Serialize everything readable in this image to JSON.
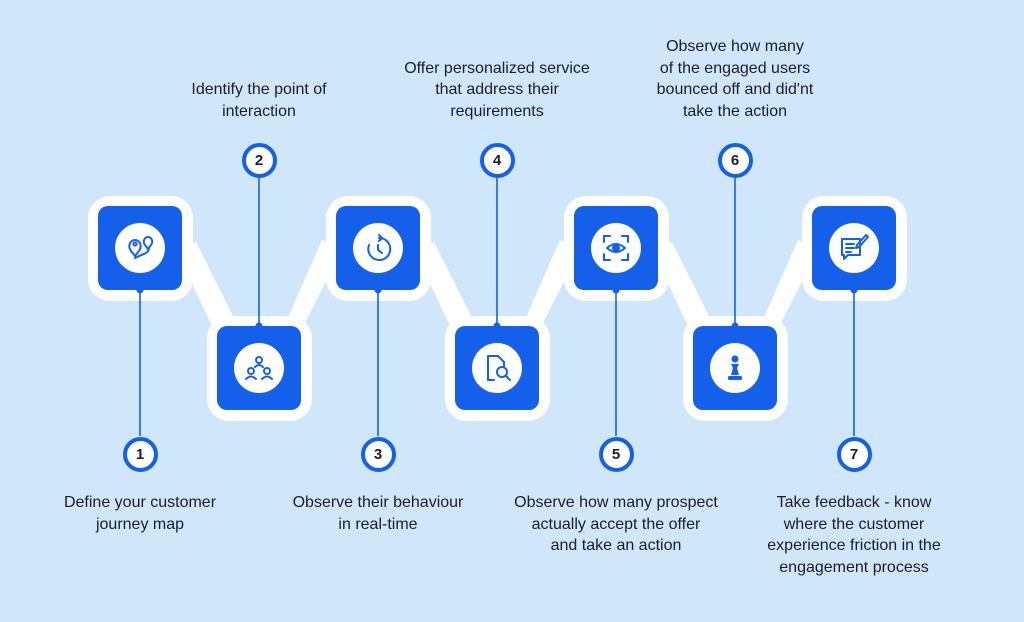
{
  "colors": {
    "background": "#cfe6fb",
    "accent": "#1560ea",
    "outline": "#ffffff",
    "text": "#1c1c2e"
  },
  "steps": [
    {
      "number": "1",
      "text": "Define your customer\njourney map",
      "icon": "location-route-icon"
    },
    {
      "number": "2",
      "text": "Identify the point of\ninteraction",
      "icon": "people-network-icon"
    },
    {
      "number": "3",
      "text": "Observe their behaviour\nin real-time",
      "icon": "timer-icon"
    },
    {
      "number": "4",
      "text": "Offer personalized service\nthat address their\nrequirements",
      "icon": "document-search-icon"
    },
    {
      "number": "5",
      "text": "Observe how many prospect\nactually accept the offer\nand take an action",
      "icon": "eye-scan-icon"
    },
    {
      "number": "6",
      "text": "Observe how many\nof the engaged users\nbounced off and did'nt\ntake the action",
      "icon": "chess-pawn-icon"
    },
    {
      "number": "7",
      "text": "Take feedback - know\nwhere the customer\nexperience friction in the\nengagement process",
      "icon": "feedback-form-icon"
    }
  ]
}
